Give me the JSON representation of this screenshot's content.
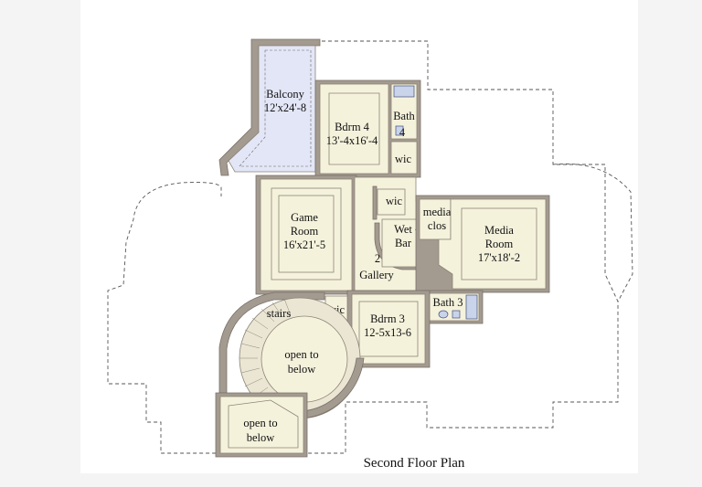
{
  "plan_title": "Second Floor Plan",
  "rooms": {
    "balcony": {
      "name": "Balcony",
      "size": "12'x24'-8"
    },
    "bdrm4": {
      "name": "Bdrm 4",
      "size": "13'-4x16'-4"
    },
    "bath4": {
      "name": "Bath",
      "num": "4"
    },
    "wic_top": {
      "name": "wic"
    },
    "wic_mid": {
      "name": "wic"
    },
    "wic_low": {
      "name": "wic"
    },
    "game_room": {
      "line1": "Game",
      "line2": "Room",
      "size": "16'x21'-5"
    },
    "wet_bar": {
      "line1": "Wet",
      "line2": "Bar",
      "num": "2"
    },
    "media_clos": {
      "line1": "media",
      "line2": "clos"
    },
    "media_room": {
      "line1": "Media",
      "line2": "Room",
      "size": "17'x18'-2"
    },
    "gallery": {
      "name": "Gallery"
    },
    "bath3": {
      "name": "Bath 3"
    },
    "bdrm3": {
      "name": "Bdrm 3",
      "size": "12-5x13-6"
    },
    "stairs": {
      "name": "stairs"
    },
    "open_below_1": {
      "line1": "open to",
      "line2": "below"
    },
    "open_below_2": {
      "line1": "open to",
      "line2": "below"
    }
  },
  "colors": {
    "room_fill": "#f5f2dc",
    "balcony_fill": "#e3e6f6",
    "wall": "#a39a90",
    "fixture": "#c9d3ea"
  }
}
